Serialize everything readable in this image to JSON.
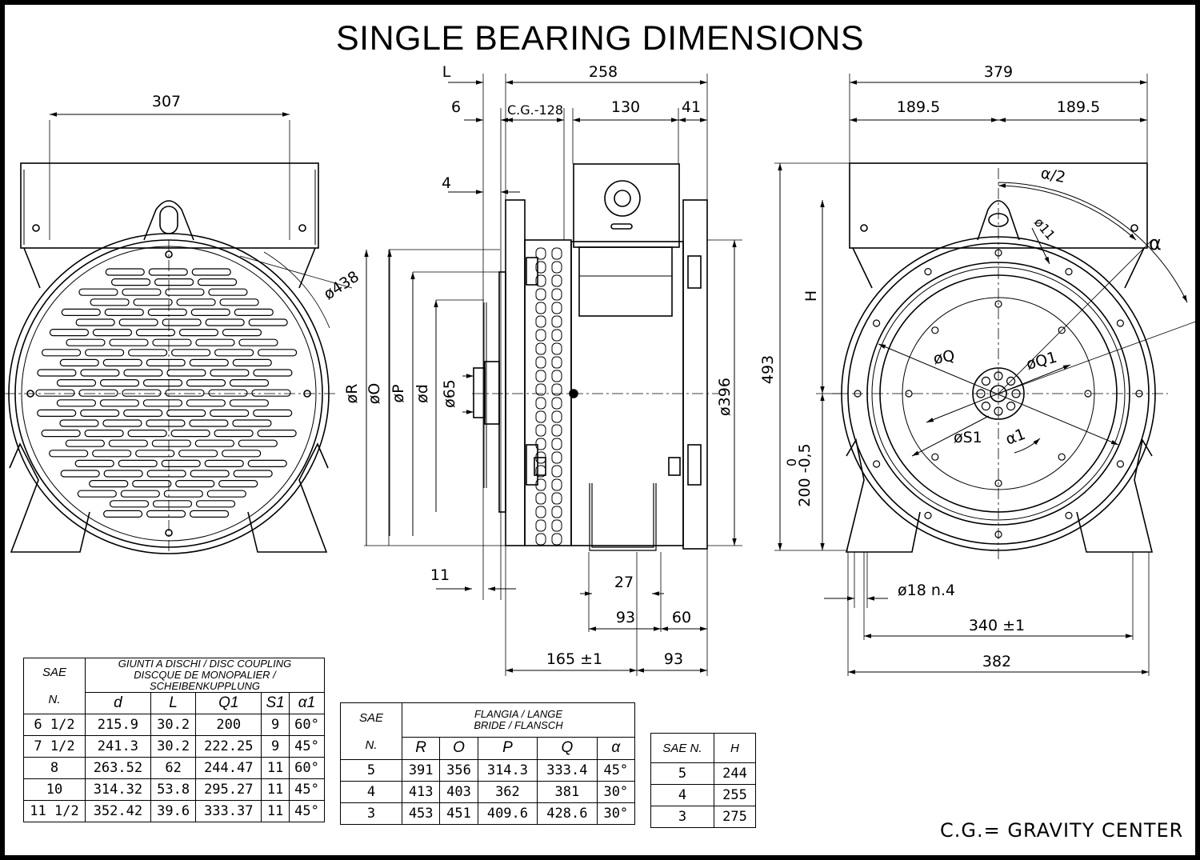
{
  "title": "SINGLE BEARING DIMENSIONS",
  "legend": "C.G.= GRAVITY CENTER",
  "front_view": {
    "width_label": "307",
    "diameter_label": "ø438"
  },
  "side_view": {
    "top_labels": [
      "L",
      "258",
      "6",
      "C.G.-128",
      "130",
      "41",
      "4"
    ],
    "left_labels": [
      "øR",
      "øO",
      "øP",
      "ød",
      "ø65"
    ],
    "right_label": "ø396",
    "bottom_labels": [
      "11",
      "27",
      "93",
      "60",
      "165 ±1",
      "93"
    ]
  },
  "end_view": {
    "top_labels": [
      "379",
      "189.5",
      "189.5"
    ],
    "angle_labels": [
      "α/2",
      "α",
      "ø11",
      "α1"
    ],
    "inner_labels": [
      "øQ",
      "øQ1",
      "øS1"
    ],
    "left_labels": [
      "493",
      "H",
      "0",
      "200 -0,5"
    ],
    "bottom_labels": [
      "ø18 n.4",
      "340 ±1",
      "382"
    ]
  },
  "disc_table": {
    "header_sae": "SAE",
    "header_n": "N.",
    "title_line1": "GIUNTI A DISCHI / DISC COUPLING",
    "title_line2": "DISCQUE DE MONOPALIER / SCHEIBENKUPPLUNG",
    "columns": [
      "d",
      "L",
      "Q1",
      "S1",
      "α1"
    ],
    "rows": [
      [
        "6  1/2",
        "215.9",
        "30.2",
        "200",
        "9",
        "60°"
      ],
      [
        "7  1/2",
        "241.3",
        "30.2",
        "222.25",
        "9",
        "45°"
      ],
      [
        "8",
        "263.52",
        "62",
        "244.47",
        "11",
        "60°"
      ],
      [
        "10",
        "314.32",
        "53.8",
        "295.27",
        "11",
        "45°"
      ],
      [
        "11  1/2",
        "352.42",
        "39.6",
        "333.37",
        "11",
        "45°"
      ]
    ]
  },
  "flange_table": {
    "header_sae": "SAE",
    "header_n": "N.",
    "title_line1": "FLANGIA / LANGE",
    "title_line2": "BRIDE / FLANSCH",
    "columns": [
      "R",
      "O",
      "P",
      "Q",
      "α"
    ],
    "rows": [
      [
        "5",
        "391",
        "356",
        "314.3",
        "333.4",
        "45°"
      ],
      [
        "4",
        "413",
        "403",
        "362",
        "381",
        "30°"
      ],
      [
        "3",
        "453",
        "451",
        "409.6",
        "428.6",
        "30°"
      ]
    ]
  },
  "h_table": {
    "columns": [
      "SAE N.",
      "H"
    ],
    "rows": [
      [
        "5",
        "244"
      ],
      [
        "4",
        "255"
      ],
      [
        "3",
        "275"
      ]
    ]
  }
}
